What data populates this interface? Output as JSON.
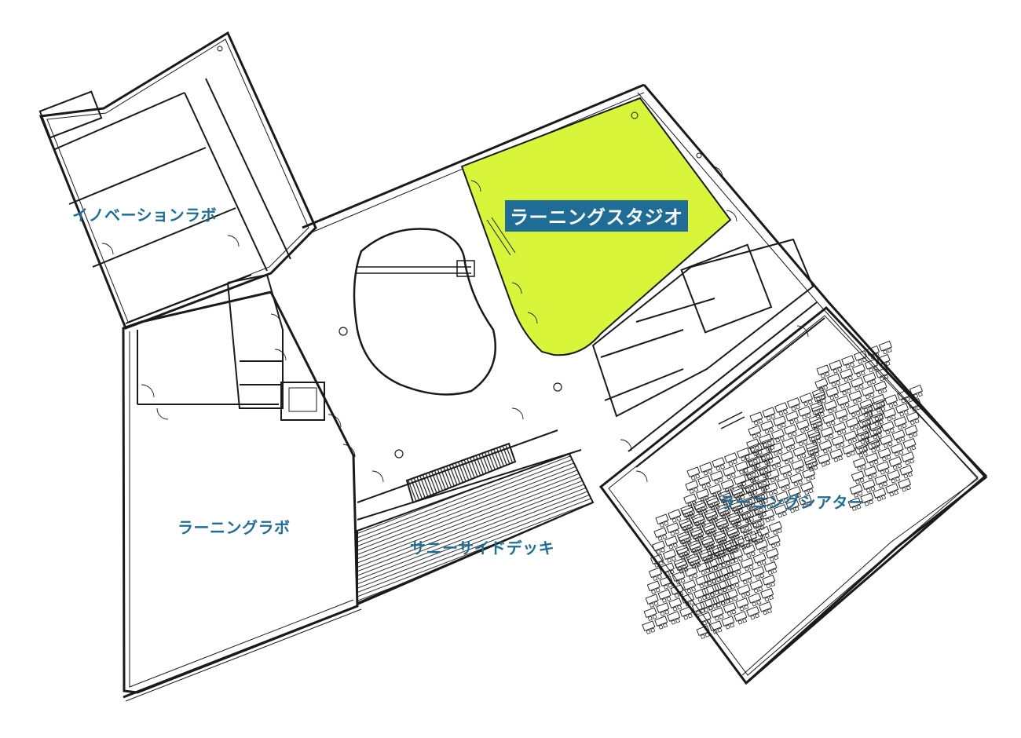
{
  "map": {
    "colors": {
      "wall": "#1a1a1a",
      "highlight_fill": "#d8f53a",
      "label_text": "#1f6d96",
      "highlight_label_bg": "#1f6d96",
      "highlight_label_text": "#ffffff"
    },
    "selected_room": "learning-studio",
    "rooms": {
      "innovation_lab": "イノベーションラボ",
      "learning_studio": "ラーニングスタジオ",
      "learning_lab": "ラーニングラボ",
      "sunny_side_deck": "サニーサイドデッキ",
      "learning_theater": "ラーニングシアター"
    }
  }
}
